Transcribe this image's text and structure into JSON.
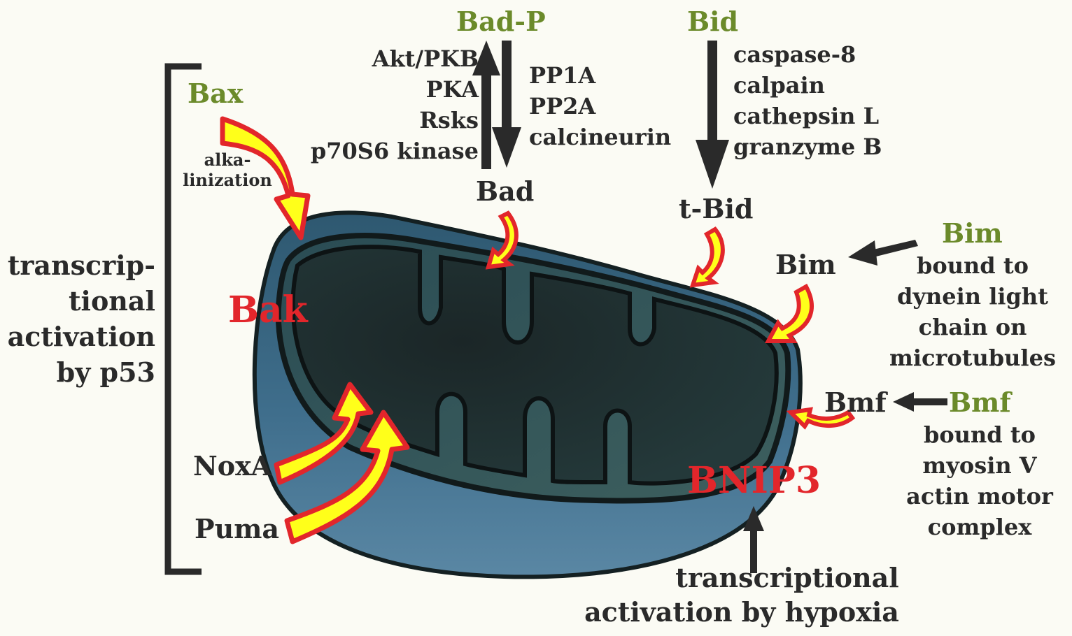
{
  "bad_p": "Bad-P",
  "bid": "Bid",
  "kinases": [
    "Akt/PKB",
    "PKA",
    "Rsks",
    "p70S6 kinase"
  ],
  "phosphatases": [
    "PP1A",
    "PP2A",
    "calcineurin"
  ],
  "proteases": [
    "caspase-8",
    "calpain",
    "cathepsin L",
    "granzyme B"
  ],
  "bad": "Bad",
  "tbid": "t-Bid",
  "bax": "Bax",
  "alkalinization": [
    "alka-",
    "linization"
  ],
  "p53_activation": [
    "transcrip-",
    "tional",
    "activation",
    "by p53"
  ],
  "bak": "Bak",
  "noxa": "NoxA",
  "puma": "Puma",
  "bim_green": "Bim",
  "bim_dark": "Bim",
  "bim_note": [
    "bound to",
    "dynein light",
    "chain on",
    "microtubules"
  ],
  "bmf_dark": "Bmf",
  "bmf_green": "Bmf",
  "bmf_note": [
    "bound to",
    "myosin V",
    "actin motor",
    "complex"
  ],
  "bnip3": "BNIP3",
  "hypoxia_activation": [
    "transcriptional",
    "activation by hypoxia"
  ],
  "colors": {
    "background": "#fbfbf4",
    "text": "#2a2a2a",
    "green_label": "#6b8a2a",
    "red_label": "#e2262b",
    "arrow_fill": "#ffff1a",
    "arrow_outline": "#e2262b",
    "mito_outer": "#3d6a86",
    "mito_inner": "#2c4a52",
    "mito_matrix": "#1c2a2c"
  }
}
